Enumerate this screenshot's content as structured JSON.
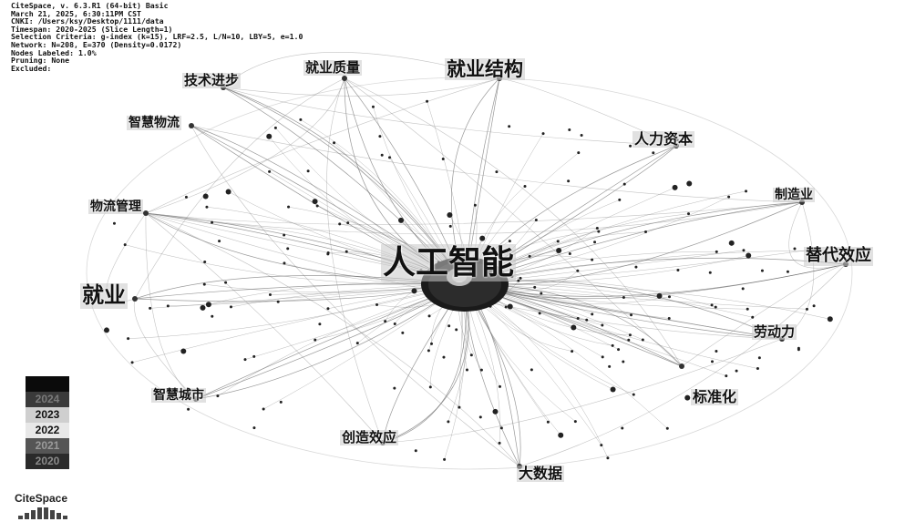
{
  "header_lines": [
    "CiteSpace, v. 6.3.R1 (64-bit) Basic",
    "March 21, 2025, 6:30:11PM CST",
    "CNKI: /Users/ksy/Desktop/1111/data",
    "Timespan: 2020-2025 (Slice Length=1)",
    "Selection Criteria: g-index (k=15), LRF=2.5, L/N=10, LBY=5, e=1.0",
    "Network: N=208, E=370 (Density=0.0172)",
    "Nodes Labeled: 1.0%",
    "Pruning: None",
    "Excluded:"
  ],
  "center_label": "人工智能",
  "keywords": [
    {
      "id": "jiuye_jiegou",
      "text": "就业结构"
    },
    {
      "id": "jiuye_zhiliang",
      "text": "就业质量"
    },
    {
      "id": "jishu_jinbu",
      "text": "技术进步"
    },
    {
      "id": "zhihui_wuliu",
      "text": "智慧物流"
    },
    {
      "id": "renli_ziben",
      "text": "人力资本"
    },
    {
      "id": "zhizaoye",
      "text": "制造业"
    },
    {
      "id": "wuliu_guanli",
      "text": "物流管理"
    },
    {
      "id": "tidai_xiaoying",
      "text": "替代效应"
    },
    {
      "id": "jiuye",
      "text": "就业"
    },
    {
      "id": "laodongli",
      "text": "劳动力"
    },
    {
      "id": "zhihui_chengshi",
      "text": "智慧城市"
    },
    {
      "id": "biaozhunhua",
      "text": "标准化"
    },
    {
      "id": "chuangzao_xiaoying",
      "text": "创造效应"
    },
    {
      "id": "dashuju",
      "text": "大数据"
    }
  ],
  "legend": {
    "years": [
      "",
      "2024",
      "2023",
      "2022",
      "2021",
      "2020"
    ],
    "colors": [
      "#0b0b0b",
      "#3a3a3a",
      "#cfcfcf",
      "#e8e8e8",
      "#555555",
      "#2a2a2a"
    ],
    "text_colors": [
      "#ffffff",
      "#7a7a7a",
      "#111111",
      "#111111",
      "#9a9a9a",
      "#8a8a8a"
    ]
  },
  "logo_text": "CiteSpace",
  "colors": {
    "center_node": "#1a1a1a",
    "edge": "#555555",
    "label_bg": "#c8c8c8"
  }
}
